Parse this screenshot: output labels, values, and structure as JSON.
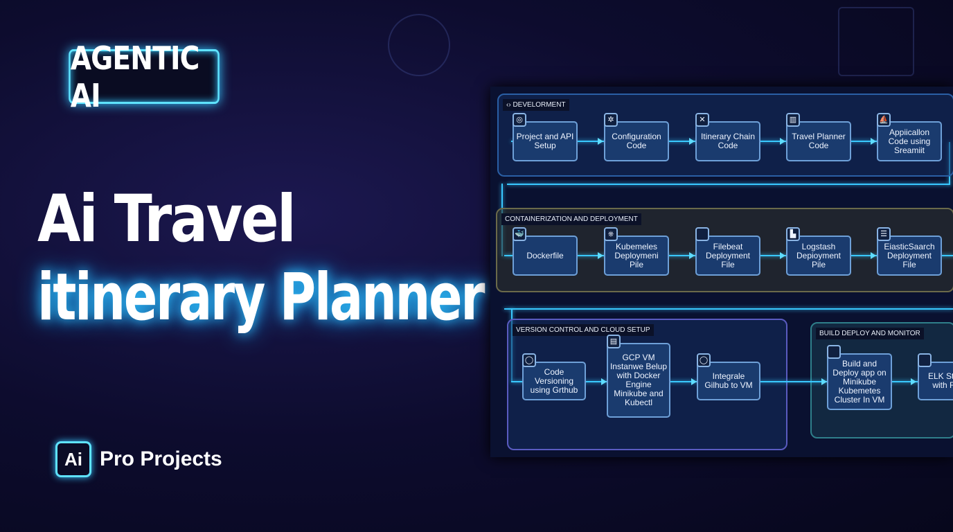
{
  "badge": "AGENTIC AI",
  "title": {
    "line1": "Ai Travel",
    "line2": "itinerary Planner"
  },
  "brand": {
    "chip": "Ai",
    "name": "Pro Projects"
  },
  "diagram": {
    "sections": [
      {
        "title": "‹› DEVELORMENT",
        "nodes": [
          "Project and API Setup",
          "Configuration Code",
          "Itinerary Chain Code",
          "Travel Planner Code",
          "Appiicallon Code using Sreamiit"
        ]
      },
      {
        "title": "CONTAINERIZATION AND DEPLOYMENT",
        "nodes": [
          "Dockerfile",
          "Kubemeles Deploymeni Pile",
          "Filebeat Deployment File",
          "Logstash Depioyment Pile",
          "EiasticSaarch Deployment File"
        ]
      },
      {
        "title": "VERSION CONTROL AND CLOUD SETUP",
        "nodes": [
          "Code Versioning using Grthub",
          "GCP VM Instanwe Belup with Docker Engine Minikube and Kubectl",
          "Integrale Gilhub to VM"
        ]
      },
      {
        "title": "BUILD DEPLOY AND MONITOR",
        "nodes": [
          "Build and Deploy app on Minikube Kubemetes Cluster In VM",
          "ELK Stac with Fil"
        ]
      }
    ]
  },
  "colors": {
    "accent": "#39c8ff",
    "background": "#0b0b2a"
  }
}
